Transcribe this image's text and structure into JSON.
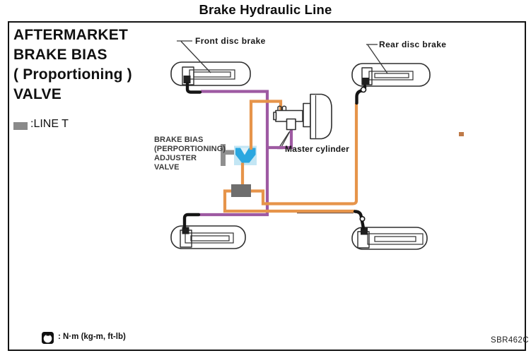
{
  "title": "Brake Hydraulic Line",
  "annotation": {
    "heading_lines": [
      "AFTERMARKET",
      "BRAKE BIAS",
      "( Proportioning )",
      "VALVE"
    ],
    "legend": {
      "label": ":LINE T",
      "swatch_color": "#8a8a8a"
    }
  },
  "diagram": {
    "labels": {
      "front_disc_brake": "Front disc brake",
      "rear_disc_brake": "Rear disc brake",
      "master_cylinder": "Master cylinder",
      "adjuster_valve_lines": [
        "BRAKE BIAS",
        "(PERPORTIONING)",
        "ADJUSTER",
        "VALVE"
      ]
    },
    "torque_note": ": N·m (kg-m, ft-lb)",
    "figure_code": "SBR462C"
  },
  "colors": {
    "front_line": "#9e5aa2",
    "rear_line": "#e6944a",
    "valve_blue": "#2aa7e0",
    "valve_blue_bg": "#c3e6f4",
    "bracket_gray": "#8f8f8f",
    "tee_gray": "#6e6e6e",
    "legend_gray": "#8a8a8a",
    "artifact_dot": "#bf7a48"
  }
}
